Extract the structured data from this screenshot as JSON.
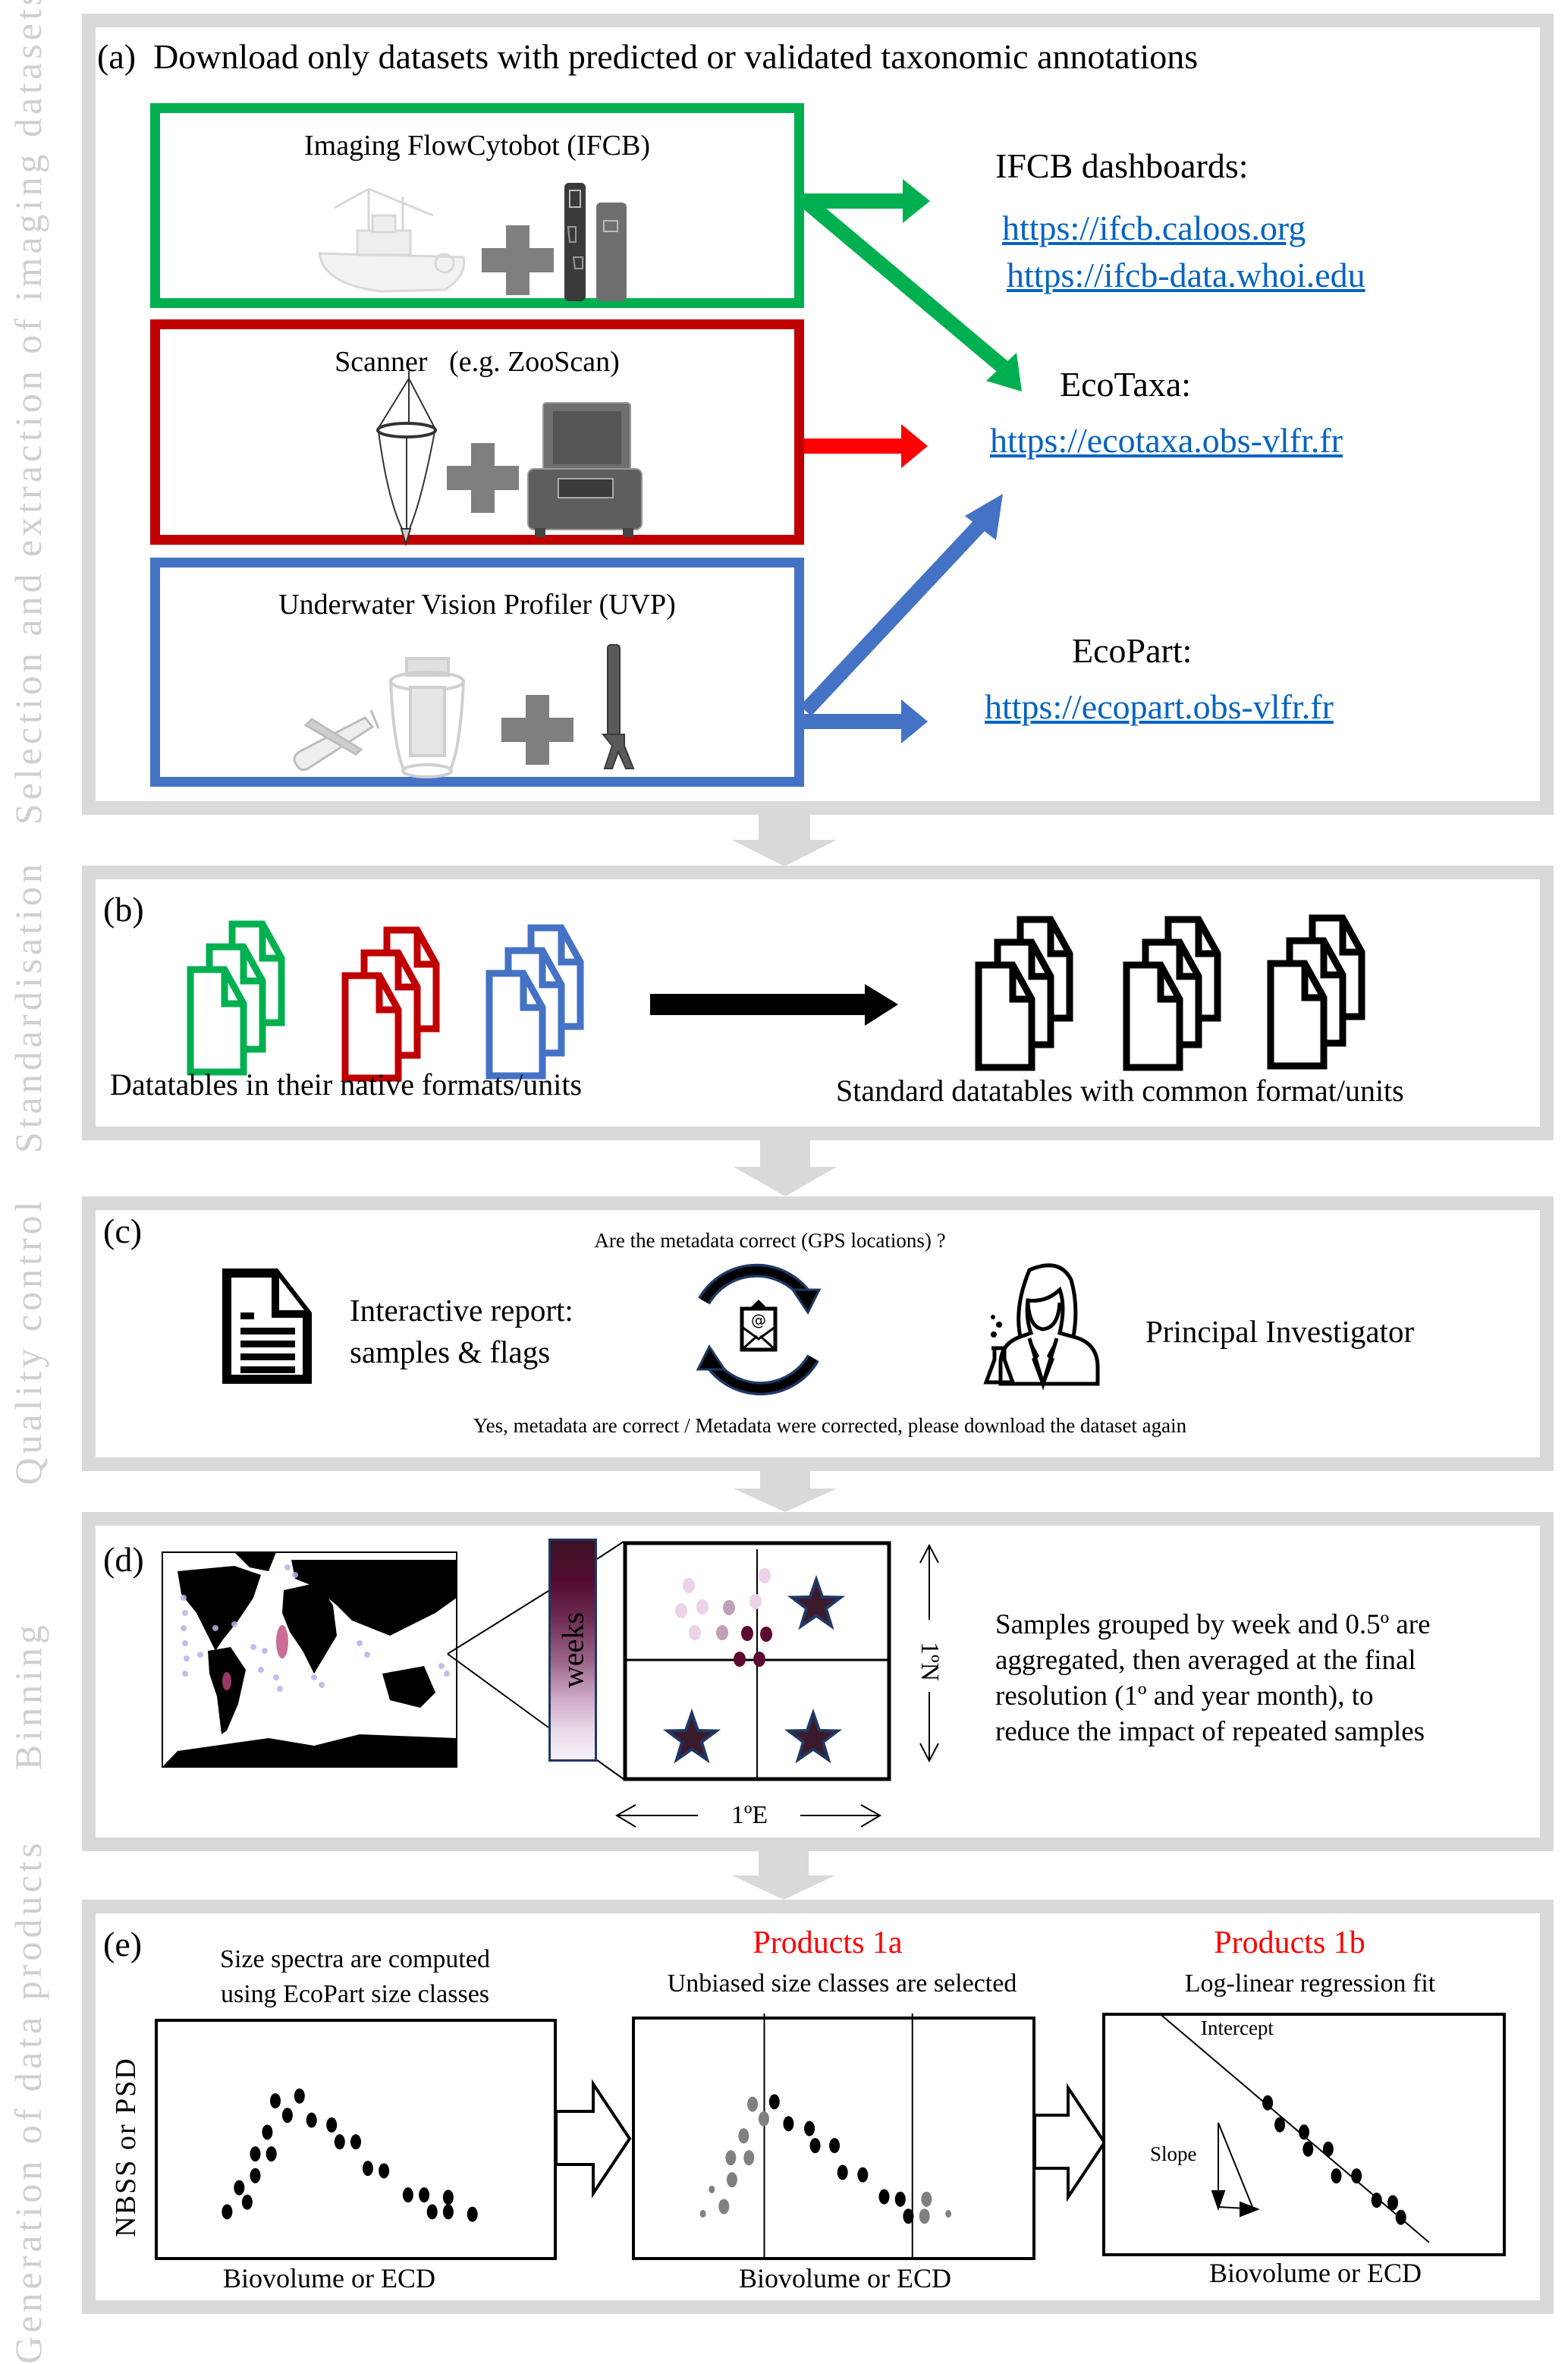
{
  "sidebar": {
    "a": "Selection and extraction of imaging datasets",
    "b": "Standardisation",
    "c": "Quality control",
    "d": "Binning",
    "e": "Generation of data products"
  },
  "colors": {
    "ifcb": "#00b050",
    "scanner": "#c00000",
    "scanner_arrow": "#ff0000",
    "uvp": "#4472c4",
    "link": "#0563c1",
    "frame": "#d9d9d9",
    "sidebar_text": "#cfcfcf",
    "products": "#ff0000"
  },
  "panel_a": {
    "label": "(a)",
    "title": "Download only datasets with predicted or validated taxonomic annotations",
    "instruments": [
      {
        "name": "Imaging FlowCytobot (IFCB)",
        "icons": [
          "ship-icon",
          "plus-icon",
          "ifcb-instrument-icon"
        ]
      },
      {
        "name": "Scanner   (e.g. ZooScan)",
        "icons": [
          "plankton-net-icon",
          "plus-icon",
          "zooscan-scanner-icon"
        ]
      },
      {
        "name": "Underwater Vision Profiler (UVP)",
        "icons": [
          "glider-icon",
          "rosette-icon",
          "plus-icon",
          "uvp-instrument-icon"
        ]
      }
    ],
    "destinations": {
      "ifcb_heading": "IFCB dashboards:",
      "ifcb_links": [
        "https://ifcb.caloos.org",
        "https://ifcb-data.whoi.edu"
      ],
      "ecotaxa_heading": "EcoTaxa:",
      "ecotaxa_link": "https://ecotaxa.obs-vlfr.fr",
      "ecopart_heading": "EcoPart:",
      "ecopart_link": "https://ecopart.obs-vlfr.fr"
    }
  },
  "panel_b": {
    "label": "(b)",
    "left_caption": "Datatables in their native formats/units",
    "right_caption": "Standard datatables with common format/units"
  },
  "panel_c": {
    "label": "(c)",
    "question": "Are the metadata correct (GPS locations) ?",
    "report_line1": "Interactive report:",
    "report_line2": "samples & flags",
    "pi_label": "Principal Investigator",
    "answer": "Yes, metadata are correct / Metadata were corrected, please download the dataset again"
  },
  "panel_d": {
    "label": "(d)",
    "weeks_label": "weeks",
    "lat_label": "1ºN",
    "lon_label": "1ºE",
    "description": [
      "Samples grouped by week and 0.5º are",
      "aggregated, then averaged at the final",
      "resolution (1º  and year month), to",
      "reduce the impact of repeated samples"
    ],
    "weeks_gradient": [
      "#3b1322",
      "#520a30",
      "#7a3a5e",
      "#b48aa8",
      "#e7d2e4",
      "#f5f0f7"
    ]
  },
  "panel_e": {
    "label": "(e)",
    "steps": [
      {
        "heading": "",
        "caption_lines": [
          "Size spectra are computed",
          "using EcoPart size classes"
        ]
      },
      {
        "heading": "Products 1a",
        "caption_lines": [
          "Unbiased size classes  are selected"
        ]
      },
      {
        "heading": "Products 1b",
        "caption_lines": [
          "Log-linear regression fit"
        ]
      }
    ],
    "ylabel": "NBSS or PSD",
    "xlabel": "Biovolume or ECD",
    "intercept_label": "Intercept",
    "slope_label": "Slope"
  },
  "chart_data": [
    {
      "type": "scatter",
      "title": "Size spectra are computed using EcoPart size classes",
      "xlabel": "Biovolume or ECD",
      "ylabel": "NBSS or PSD",
      "xlim": [
        0,
        1
      ],
      "ylim": [
        0,
        1
      ],
      "grid": false,
      "note": "schematic, axes unitless (normalized positions)",
      "points": [
        [
          0.18,
          0.2
        ],
        [
          0.21,
          0.3
        ],
        [
          0.23,
          0.24
        ],
        [
          0.25,
          0.44
        ],
        [
          0.25,
          0.35
        ],
        [
          0.28,
          0.53
        ],
        [
          0.29,
          0.44
        ],
        [
          0.3,
          0.66
        ],
        [
          0.33,
          0.6
        ],
        [
          0.36,
          0.68
        ],
        [
          0.39,
          0.58
        ],
        [
          0.44,
          0.56
        ],
        [
          0.46,
          0.49
        ],
        [
          0.5,
          0.49
        ],
        [
          0.53,
          0.38
        ],
        [
          0.57,
          0.37
        ],
        [
          0.63,
          0.27
        ],
        [
          0.67,
          0.27
        ],
        [
          0.69,
          0.2
        ],
        [
          0.73,
          0.2
        ],
        [
          0.73,
          0.26
        ],
        [
          0.79,
          0.19
        ]
      ]
    },
    {
      "type": "scatter",
      "title": "Products 1a — Unbiased size classes are selected",
      "xlabel": "Biovolume or ECD",
      "xlim": [
        0,
        1
      ],
      "ylim": [
        0,
        1
      ],
      "grid": false,
      "selection_bounds_x": [
        0.328,
        0.695
      ],
      "series": [
        {
          "name": "selected",
          "color": "#000000",
          "points": [
            [
              0.353,
              0.65
            ],
            [
              0.388,
              0.56
            ],
            [
              0.44,
              0.54
            ],
            [
              0.454,
              0.47
            ],
            [
              0.502,
              0.47
            ],
            [
              0.522,
              0.36
            ],
            [
              0.572,
              0.35
            ],
            [
              0.625,
              0.26
            ],
            [
              0.665,
              0.25
            ],
            [
              0.685,
              0.18
            ]
          ]
        },
        {
          "name": "excluded",
          "color": "#808080",
          "points": [
            [
              0.299,
              0.64
            ],
            [
              0.327,
              0.58
            ],
            [
              0.277,
              0.51
            ],
            [
              0.245,
              0.42
            ],
            [
              0.29,
              0.42
            ],
            [
              0.248,
              0.33
            ],
            [
              0.228,
              0.22
            ],
            [
              0.73,
              0.25
            ],
            [
              0.725,
              0.18
            ]
          ]
        },
        {
          "name": "excluded-small",
          "color": "#808080",
          "points": [
            [
              0.198,
              0.29
            ],
            [
              0.176,
              0.19
            ],
            [
              0.784,
              0.19
            ]
          ]
        }
      ]
    },
    {
      "type": "scatter",
      "title": "Products 1b — Log-linear regression fit",
      "xlabel": "Biovolume or ECD",
      "xlim": [
        0,
        1
      ],
      "ylim": [
        0,
        1
      ],
      "grid": false,
      "points": [
        [
          0.41,
          0.63
        ],
        [
          0.44,
          0.54
        ],
        [
          0.5,
          0.51
        ],
        [
          0.51,
          0.44
        ],
        [
          0.56,
          0.44
        ],
        [
          0.58,
          0.33
        ],
        [
          0.63,
          0.33
        ],
        [
          0.68,
          0.23
        ],
        [
          0.72,
          0.22
        ],
        [
          0.74,
          0.16
        ]
      ],
      "fit_line": {
        "x": [
          0.141,
          0.81
        ],
        "y": [
          0.998,
          0.057
        ]
      },
      "annotations": [
        "Intercept",
        "Slope"
      ]
    }
  ]
}
